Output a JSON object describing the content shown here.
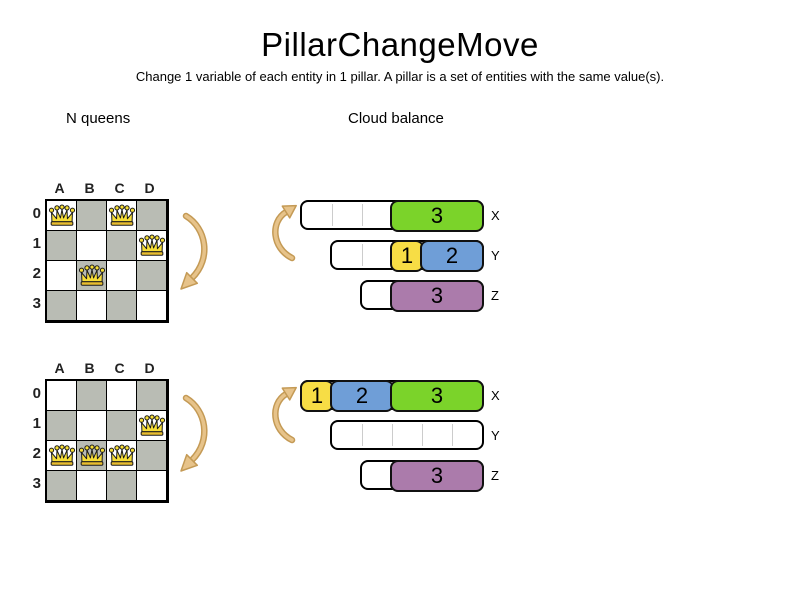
{
  "title": "PillarChangeMove",
  "subtitle": "Change 1 variable of each entity in 1 pillar. A pillar is a set of entities with the same value(s).",
  "colors": {
    "green": "#7bd32a",
    "yellow": "#f7dd45",
    "blue": "#6f9ed7",
    "purple": "#ab7bab",
    "board_dark_square": "#b9bcb4",
    "arrow_fill": "#e7c38a",
    "arrow_outline": "#c49a55",
    "queen_yellow": "#f7de38"
  },
  "icons": {
    "queen_icon": "chess queen crown (yellow with black outline)",
    "pillar_move_arrow_down_icon": "curved tan arrow pointing down",
    "pillar_move_arrow_up_icon": "curved tan arrow pointing up"
  },
  "nqueens": {
    "label": "N queens",
    "columns": [
      "A",
      "B",
      "C",
      "D"
    ],
    "rows": [
      "0",
      "1",
      "2",
      "3"
    ],
    "boards": [
      {
        "name": "before",
        "queens": [
          "A0",
          "C0",
          "D1",
          "B2"
        ]
      },
      {
        "name": "after",
        "queens": [
          "D1",
          "A2",
          "B2",
          "C2"
        ]
      }
    ]
  },
  "cloudbalance": {
    "label": "Cloud balance",
    "states": [
      {
        "name": "before",
        "bars": [
          {
            "label": "X",
            "capacity": 6,
            "blocks": [
              {
                "value": "3",
                "size": 3,
                "color": "green"
              }
            ]
          },
          {
            "label": "Y",
            "capacity": 5,
            "blocks": [
              {
                "value": "1",
                "size": 1,
                "color": "yellow"
              },
              {
                "value": "2",
                "size": 2,
                "color": "blue"
              }
            ]
          },
          {
            "label": "Z",
            "capacity": 4,
            "blocks": [
              {
                "value": "3",
                "size": 3,
                "color": "purple"
              }
            ]
          }
        ]
      },
      {
        "name": "after",
        "bars": [
          {
            "label": "X",
            "capacity": 6,
            "blocks": [
              {
                "value": "1",
                "size": 1,
                "color": "yellow"
              },
              {
                "value": "2",
                "size": 2,
                "color": "blue"
              },
              {
                "value": "3",
                "size": 3,
                "color": "green"
              }
            ]
          },
          {
            "label": "Y",
            "capacity": 5,
            "blocks": []
          },
          {
            "label": "Z",
            "capacity": 4,
            "blocks": [
              {
                "value": "3",
                "size": 3,
                "color": "purple"
              }
            ]
          }
        ]
      }
    ]
  }
}
